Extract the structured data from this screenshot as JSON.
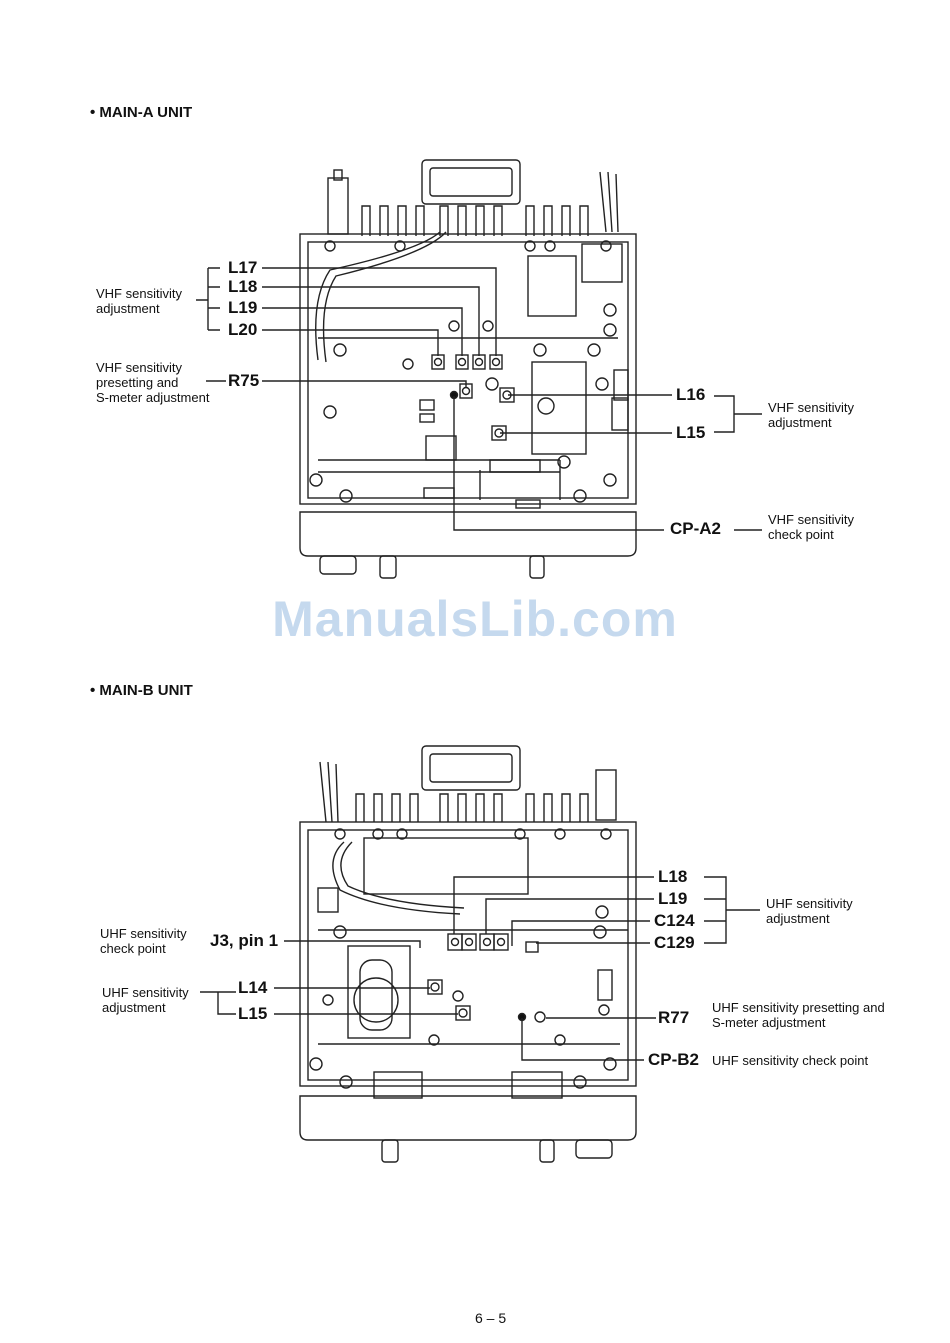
{
  "page": {
    "number": "6 – 5",
    "watermark": "ManualsLib.com"
  },
  "main_a": {
    "title": "• MAIN-A UNIT",
    "refs": {
      "L17": "L17",
      "L18": "L18",
      "L19": "L19",
      "L20": "L20",
      "R75": "R75",
      "L16": "L16",
      "L15": "L15",
      "CPA2": "CP-A2"
    },
    "annotations": {
      "vhf_sens_adj_left": "VHF sensitivity\nadjustment",
      "vhf_preset": "VHF sensitivity\npresetting and\nS-meter adjustment",
      "vhf_sens_adj_right": "VHF sensitivity\nadjustment",
      "vhf_check": "VHF sensitivity\ncheck point"
    }
  },
  "main_b": {
    "title": "• MAIN-B UNIT",
    "refs": {
      "L18": "L18",
      "L19": "L19",
      "C124": "C124",
      "C129": "C129",
      "J3": "J3, pin 1",
      "L14": "L14",
      "L15": "L15",
      "R77": "R77",
      "CPB2": "CP-B2"
    },
    "annotations": {
      "uhf_sens_adj_right": "UHF sensitivity\nadjustment",
      "uhf_check_left": "UHF sensitivity\ncheck point",
      "uhf_sens_adj_left": "UHF sensitivity\nadjustment",
      "uhf_preset": "UHF sensitivity presetting and\nS-meter adjustment",
      "uhf_check_right": "UHF sensitivity check point"
    }
  }
}
